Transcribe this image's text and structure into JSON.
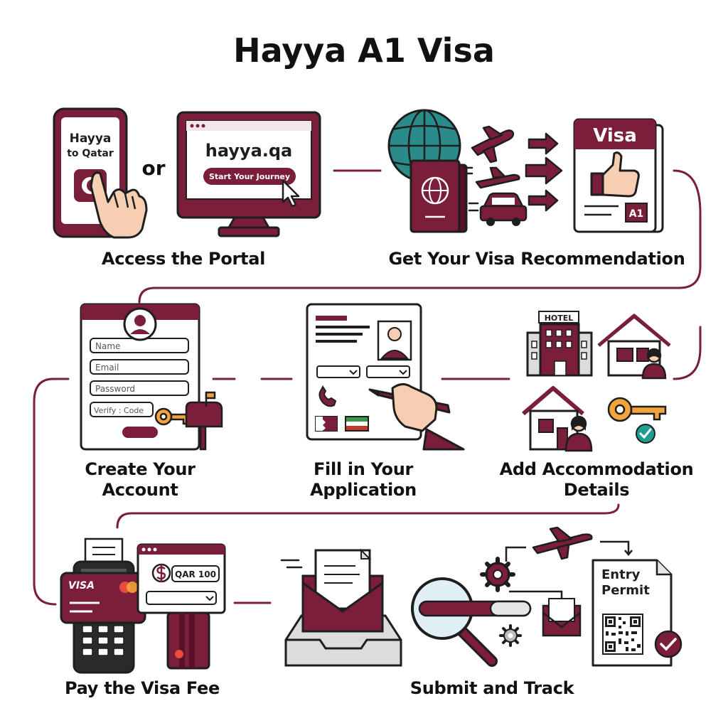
{
  "title": "Hayya A1 Visa",
  "connector_word": "or",
  "colors": {
    "maroon": "#7a1e3a",
    "teal": "#2b8a8a",
    "ink": "#1e1e1e",
    "skin": "#f6cfb2",
    "key": "#f2a33a",
    "check": "#1f9e8f"
  },
  "steps": [
    {
      "label": "Access the Portal",
      "phone": {
        "line1": "Hayya",
        "line2": "to Qatar"
      },
      "monitor": {
        "site": "hayya.qa",
        "button": "Start Your Journey"
      }
    },
    {
      "label": "Get Your Visa Recommendation",
      "doc_title": "Visa",
      "doc_badge": "A1"
    },
    {
      "label": "Create Your Account",
      "fields": [
        "Name",
        "Email",
        "Password",
        "Verify : Code"
      ]
    },
    {
      "label": "Fill in Your Application"
    },
    {
      "label": "Add Accommodation Details",
      "hotel_sign": "HOTEL"
    },
    {
      "label": "Pay the Visa Fee",
      "card_brand": "VISA",
      "amount": "QAR 100"
    },
    {
      "label": "Submit and Track",
      "permit": {
        "line1": "Entry",
        "line2": "Permit"
      }
    }
  ],
  "icons": [
    "phone-icon",
    "hand-pointer-icon",
    "monitor-icon",
    "cursor-icon",
    "globe-icon",
    "passport-icon",
    "airplane-icon",
    "car-icon",
    "arrow-right-icon",
    "visa-document-icon",
    "thumbs-up-icon",
    "user-avatar-icon",
    "mailbox-icon",
    "key-icon",
    "application-form-icon",
    "pen-hand-icon",
    "phone-handset-icon",
    "flag-icon",
    "hotel-icon",
    "house-icon",
    "person-icon",
    "check-icon",
    "payment-terminal-icon",
    "receipt-icon",
    "dollar-icon",
    "credit-card-icon",
    "inbox-tray-icon",
    "envelope-icon",
    "magnifier-icon",
    "gear-icon",
    "qr-code-icon",
    "entry-permit-icon"
  ]
}
